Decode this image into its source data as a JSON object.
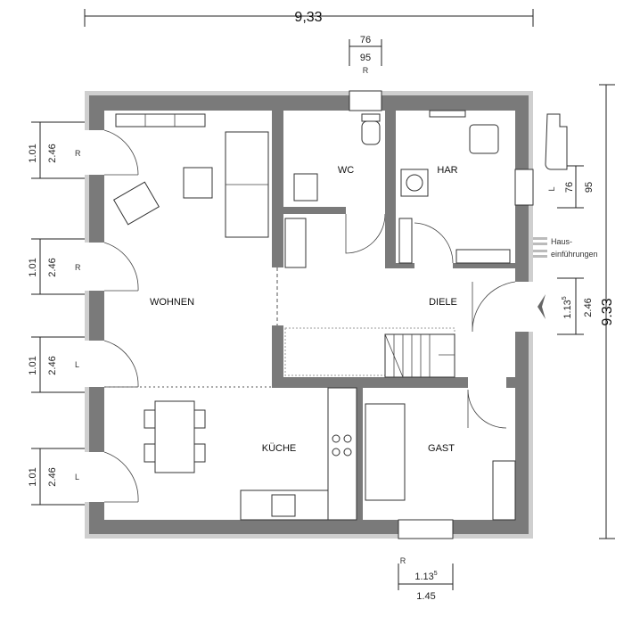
{
  "rooms": {
    "wohnen": "WOHNEN",
    "wc": "WC",
    "har": "HAR",
    "diele": "DIELE",
    "kueche": "KÜCHE",
    "gast": "GAST"
  },
  "dimensions": {
    "top_total": "9,33",
    "top_inner": "76",
    "top_outer": "95",
    "top_side": "R",
    "right_total": "9.33",
    "right_window_inner": "76",
    "right_window_outer": "95",
    "right_window_side": "L",
    "right_door_inner": "1.13",
    "right_door_inner_sup": "5",
    "right_door_outer": "2.46",
    "bottom_side": "R",
    "bottom_inner": "1.13",
    "bottom_inner_sup": "5",
    "bottom_outer": "1.45",
    "left": [
      {
        "inner": "1.01",
        "outer": "2.46",
        "side": "R"
      },
      {
        "inner": "1.01",
        "outer": "2.46",
        "side": "R"
      },
      {
        "inner": "1.01",
        "outer": "2.46",
        "side": "L"
      },
      {
        "inner": "1.01",
        "outer": "2.46",
        "side": "L"
      }
    ]
  },
  "annotations": {
    "hauseinfuehrungen_1": "Haus-",
    "hauseinfuehrungen_2": "einführungen"
  }
}
